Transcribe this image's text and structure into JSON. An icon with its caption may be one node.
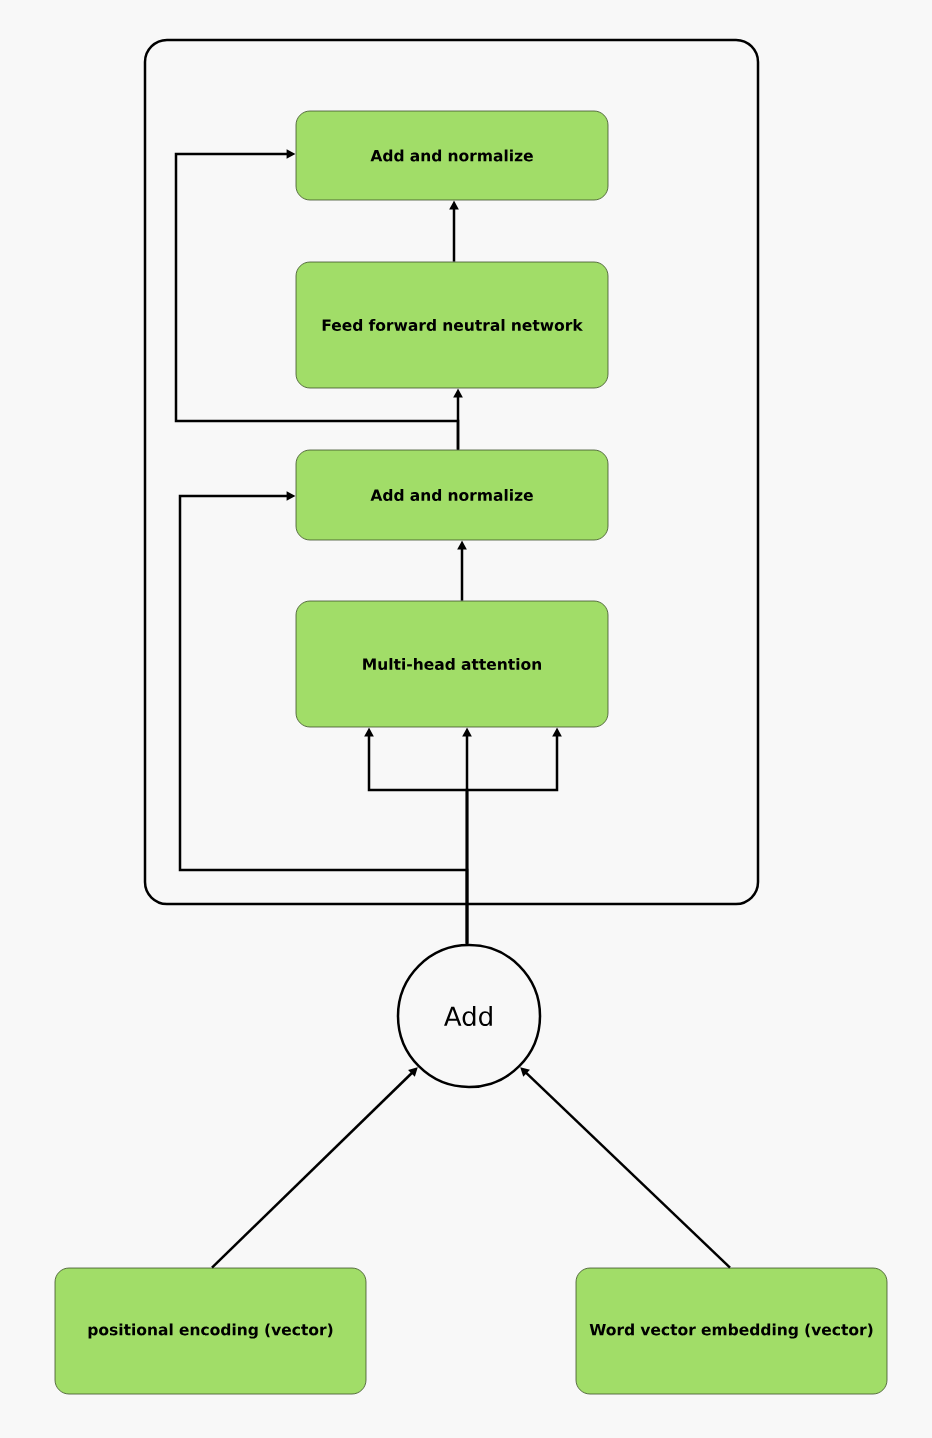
{
  "diagram": {
    "nodes": [
      {
        "text": [],
        "shape": "box"
      },
      {
        "text": [
          "Add and normalize"
        ],
        "in": 0
      },
      {
        "text": [
          "Feed forward neutral network"
        ],
        "in": 0
      },
      {
        "text": [
          "Add and normalize"
        ],
        "in": 0
      },
      {
        "text": [
          "Multi-head attention"
        ],
        "in": 0
      },
      {
        "text": [
          "Add"
        ]
      },
      {
        "text": [
          "positional encoding (vector)"
        ]
      },
      {
        "text": [
          "Word vector embedding (vector)"
        ]
      }
    ],
    "edges": [
      {
        "from": 2,
        "to": 1,
        "arrow": "to"
      },
      {
        "from": 3,
        "to": 2,
        "arrow": "to"
      },
      {
        "from": 3,
        "to": 1,
        "arrow": "to"
      },
      {
        "from": 4,
        "to": 3,
        "arrow": "to"
      },
      {
        "from": 5,
        "to": 4,
        "arrow": "to"
      },
      {
        "from": 5,
        "to": 4,
        "arrow": "to"
      },
      {
        "from": 5,
        "to": 4,
        "arrow": "to"
      },
      {
        "from": 5,
        "to": 3,
        "arrow": "to"
      },
      {
        "from": 6,
        "to": 5,
        "arrow": "to"
      },
      {
        "from": 7,
        "to": 5,
        "arrow": "to"
      }
    ]
  }
}
